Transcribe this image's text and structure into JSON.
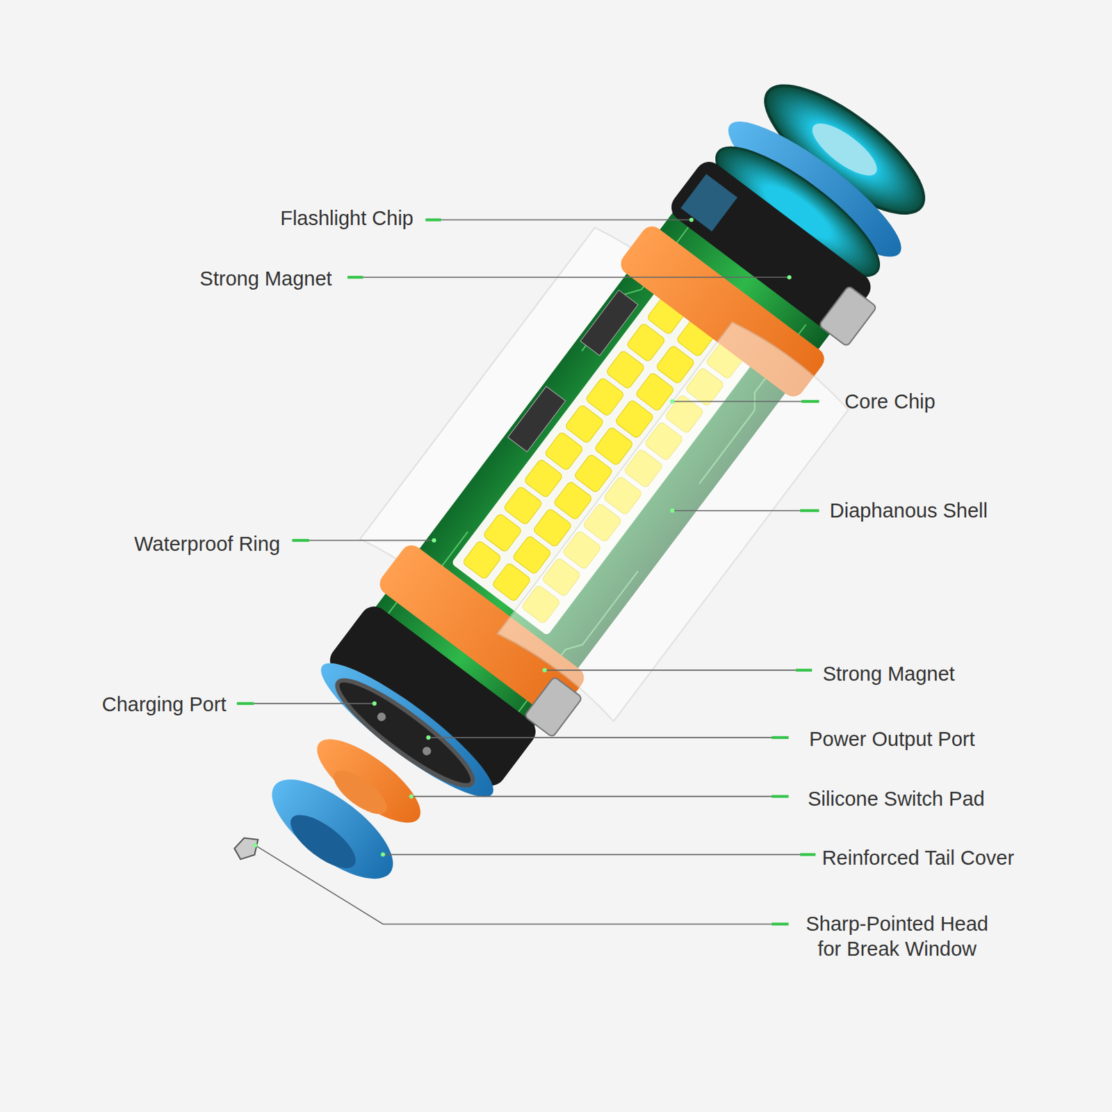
{
  "diagram": {
    "labels": [
      "Flashlight Chip",
      "Strong Magnet",
      "Core Chip",
      "Diaphanous Shell",
      "Waterproof Ring",
      "Strong Magnet",
      "Charging Port",
      "Power Output Port",
      "Silicone Switch Pad",
      "Reinforced Tail Cover",
      "Sharp-Pointed Head for Break Window"
    ]
  }
}
